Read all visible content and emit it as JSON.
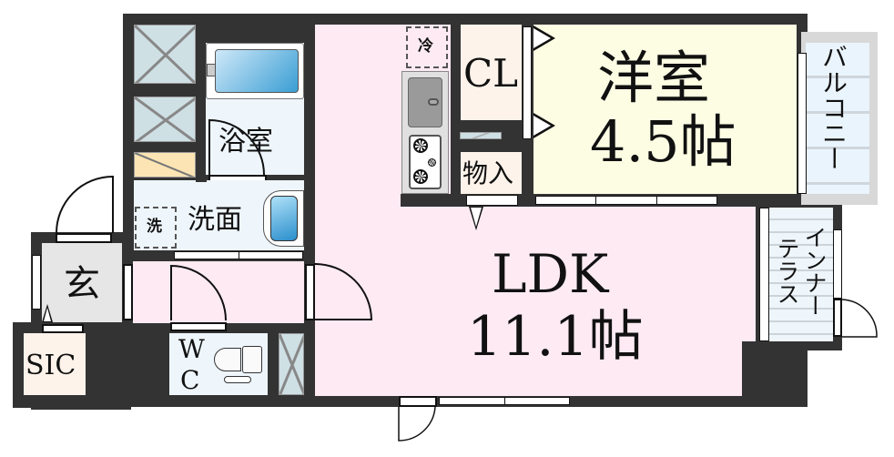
{
  "floorplan": {
    "rooms": {
      "western_room": {
        "name": "洋室",
        "size": "4.5帖"
      },
      "ldk": {
        "name": "LDK",
        "size": "11.1帖"
      },
      "closet": {
        "name": "CL"
      },
      "storage": {
        "name": "物入"
      },
      "bathroom": {
        "name": "浴室"
      },
      "washroom": {
        "name": "洗面"
      },
      "entrance": {
        "name": "玄"
      },
      "shoe_closet": {
        "name": "SIC"
      },
      "toilet": {
        "name_line1": "W",
        "name_line2": "C"
      },
      "balcony": {
        "name": "バルコニー"
      },
      "inner_terrace": {
        "name_col1": "インナー",
        "name_col2": "テラス"
      }
    },
    "fixtures": {
      "refrigerator_space": "冷",
      "washing_machine_space": "洗"
    },
    "colors": {
      "wall": "#333333",
      "ldk": "#fdeaf2",
      "western_room": "#fdfde4",
      "wet_area": "#eef6fc",
      "storage": "#fdf3ea",
      "entrance": "#e6e6e6",
      "balcony": "#eaf4fc",
      "bathtub": "#4aa8dc"
    }
  }
}
